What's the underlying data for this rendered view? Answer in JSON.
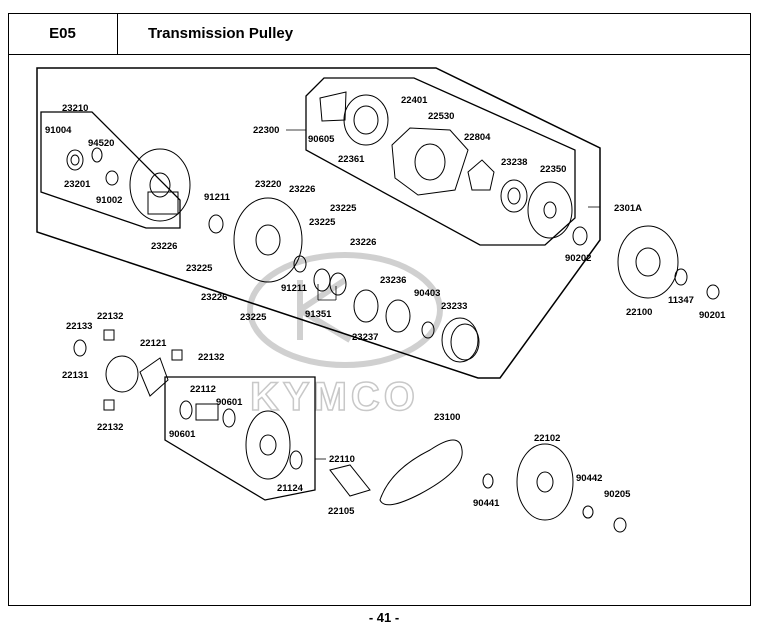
{
  "header": {
    "code": "E05",
    "title": "Transmission Pulley"
  },
  "footer": {
    "page": "- 41 -"
  },
  "watermark": "KYMCO",
  "labels": {
    "l23210": "23210",
    "l91004": "91004",
    "l94520": "94520",
    "l23201": "23201",
    "l91002": "91002",
    "l22300": "22300",
    "l90605": "90605",
    "l22361": "22361",
    "l22401": "22401",
    "l22530": "22530",
    "l22804": "22804",
    "l23238": "23238",
    "l22350": "22350",
    "l2301A": "2301A",
    "l91211a": "91211",
    "l23220": "23220",
    "l23226a": "23226",
    "l23225a": "23225",
    "l23225b": "23225",
    "l23226b": "23226",
    "l23225c": "23225",
    "l23226c": "23226",
    "l23226d": "23226",
    "l23225d": "23225",
    "l91211b": "91211",
    "l91351": "91351",
    "l23236": "23236",
    "l90403": "90403",
    "l23237": "23237",
    "l23233": "23233",
    "l90202": "90202",
    "l22100": "22100",
    "l11347": "11347",
    "l90201": "90201",
    "l22132a": "22132",
    "l22133": "22133",
    "l22121": "22121",
    "l22132b": "22132",
    "l22131": "22131",
    "l22132c": "22132",
    "l22112": "22112",
    "l90601a": "90601",
    "l90601b": "90601",
    "l22110": "22110",
    "l21124": "21124",
    "l22105": "22105",
    "l23100": "23100",
    "l22102": "22102",
    "l90442": "90442",
    "l90205": "90205",
    "l90441": "90441"
  }
}
